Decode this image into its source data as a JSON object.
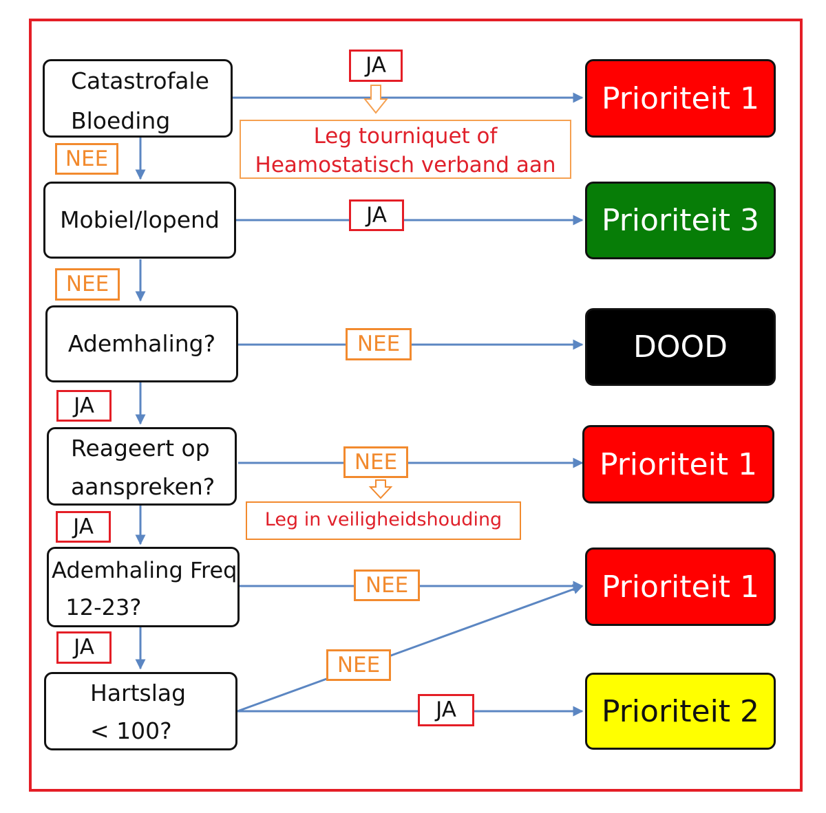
{
  "colors": {
    "frame": "#e41e26",
    "arrow": "#5b86c2",
    "ja_border": "#e41e26",
    "nee_border": "#f28a2e",
    "priority_1": "#ff0000",
    "priority_2": "#ffff00",
    "priority_3": "#077d07",
    "dood": "#000000"
  },
  "questions": {
    "q1": "Catastrofale\nBloeding",
    "q2": "Mobiel/lopend",
    "q3": "Ademhaling?",
    "q4": "Reageert op\naanspreken?",
    "q5": "Ademhaling Freq\n  12-23?",
    "q6": "Hartslag\n< 100?"
  },
  "outcomes": {
    "o1": "Prioriteit 1",
    "o2": "Prioriteit 3",
    "o3": "DOOD",
    "o4": "Prioriteit 1",
    "o5": "Prioriteit 1",
    "o6": "Prioriteit 2"
  },
  "labels": {
    "ja_q1": "JA",
    "ja_q2": "JA",
    "nee_q3": "NEE",
    "nee_q4": "NEE",
    "nee_q5": "NEE",
    "nee_q6": "NEE",
    "ja_q6": "JA",
    "nee_down_1": "NEE",
    "nee_down_2": "NEE",
    "ja_down_3": "JA",
    "ja_down_4": "JA",
    "ja_down_5": "JA"
  },
  "notes": {
    "n1": "Leg tourniquet of\nHeamostatisch verband aan",
    "n2": "Leg in veiligheidshouding"
  }
}
